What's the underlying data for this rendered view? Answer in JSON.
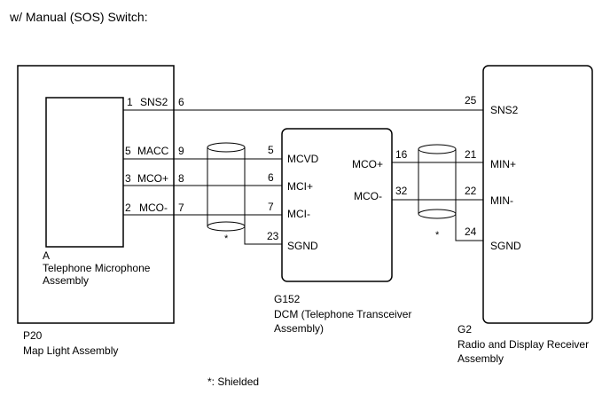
{
  "title": "w/ Manual (SOS) Switch:",
  "footnote": "*: Shielded",
  "shield_marker": "*",
  "components": {
    "map_light": {
      "connector": "P20",
      "name": "Map Light Assembly",
      "inner_letter": "A",
      "inner_name_line1": "Telephone Microphone",
      "inner_name_line2": "Assembly",
      "pins": [
        {
          "inner_num": "1",
          "label": "SNS2",
          "num": "6"
        },
        {
          "inner_num": "5",
          "label": "MACC",
          "num": "9"
        },
        {
          "inner_num": "3",
          "label": "MCO+",
          "num": "8"
        },
        {
          "inner_num": "2",
          "label": "MCO-",
          "num": "7"
        }
      ]
    },
    "dcm": {
      "connector": "G152",
      "name_line1": "DCM (Telephone Transceiver",
      "name_line2": "Assembly)",
      "left_pins": [
        {
          "num": "5",
          "label": "MCVD"
        },
        {
          "num": "6",
          "label": "MCI+"
        },
        {
          "num": "7",
          "label": "MCI-"
        },
        {
          "num": "23",
          "label": "SGND"
        }
      ],
      "right_pins": [
        {
          "num": "16",
          "label": "MCO+"
        },
        {
          "num": "32",
          "label": "MCO-"
        }
      ]
    },
    "radio": {
      "connector": "G2",
      "name_line1": "Radio and Display Receiver",
      "name_line2": "Assembly",
      "pins": [
        {
          "num": "25",
          "label": "SNS2"
        },
        {
          "num": "21",
          "label": "MIN+"
        },
        {
          "num": "22",
          "label": "MIN-"
        },
        {
          "num": "24",
          "label": "SGND"
        }
      ]
    }
  }
}
